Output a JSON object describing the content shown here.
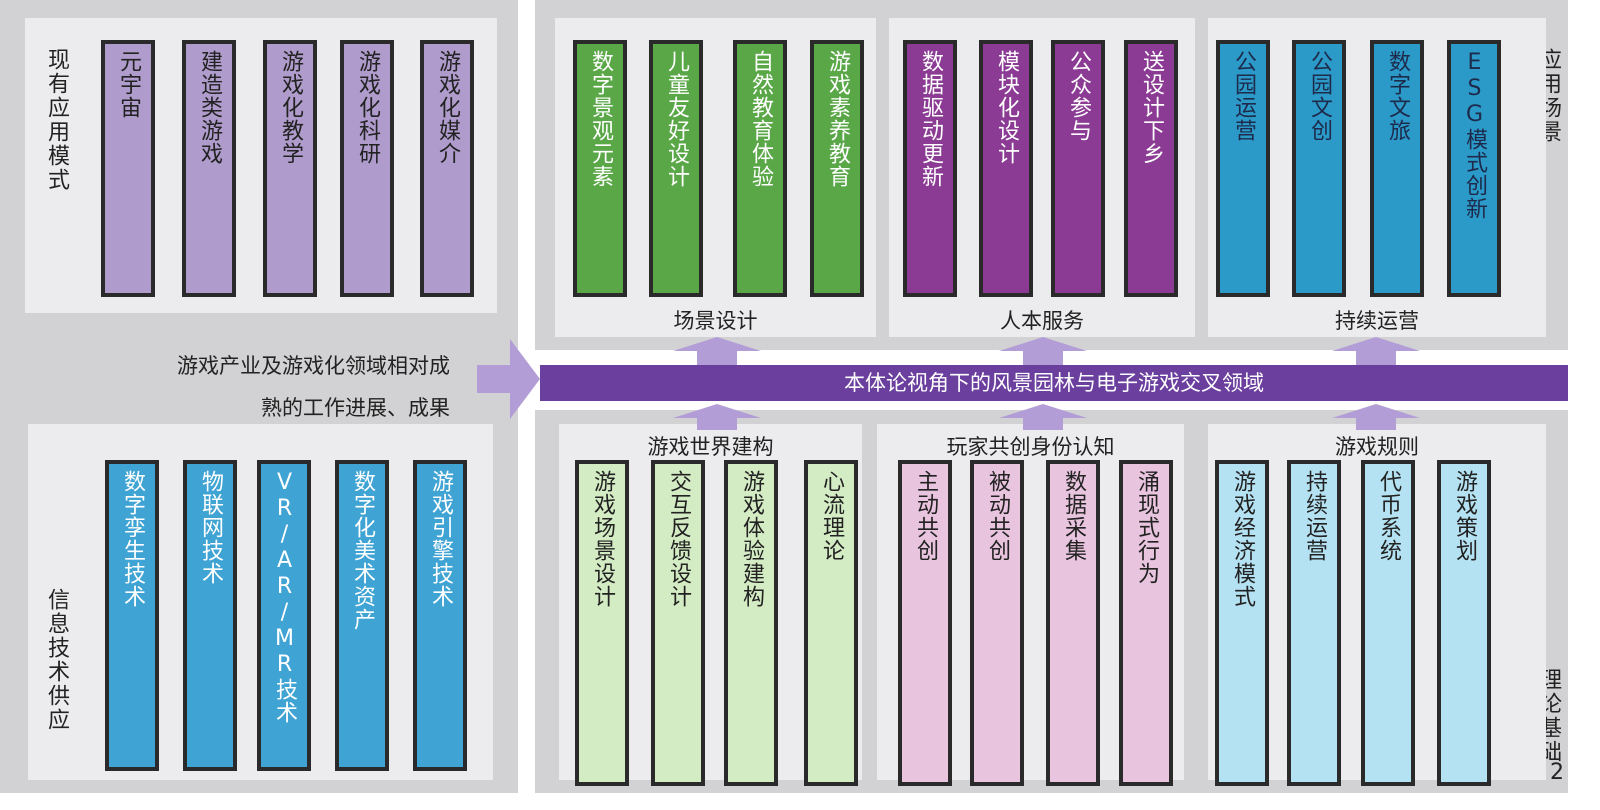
{
  "left_top": {
    "title": "现有应用模式",
    "items": [
      "元宇宙",
      "建造类游戏",
      "游戏化教学",
      "游戏化科研",
      "游戏化媒介"
    ]
  },
  "left_middle": {
    "line1": "游戏产业及游戏化领域相对成",
    "line2": "熟的工作进展、成果"
  },
  "left_bottom": {
    "title": "信息技术供应",
    "items": [
      "数字孪生技术",
      "物联网技术",
      "VR/AR/MR技术",
      "数字化美术资产",
      "游戏引擎技术"
    ]
  },
  "application": {
    "side_label": "应用场景",
    "groups": [
      {
        "label": "场景设计",
        "items": [
          "数字景观元素",
          "儿童友好设计",
          "自然教育体验",
          "游戏素养教育"
        ]
      },
      {
        "label": "人本服务",
        "items": [
          "数据驱动更新",
          "模块化设计",
          "公众参与",
          "送设计下乡"
        ]
      },
      {
        "label": "持续运营",
        "items": [
          "公园运营",
          "公园文创",
          "数字文旅",
          "ESG模式创新"
        ]
      }
    ]
  },
  "band": {
    "label": "本体论视角下的风景园林与电子游戏交叉领域"
  },
  "theory": {
    "side_label": "理论基础",
    "groups": [
      {
        "label": "游戏世界建构",
        "items": [
          "游戏场景设计",
          "交互反馈设计",
          "游戏体验建构",
          "心流理论"
        ]
      },
      {
        "label": "玩家共创身份认知",
        "items": [
          "主动共创",
          "被动共创",
          "数据采集",
          "涌现式行为"
        ]
      },
      {
        "label": "游戏规则",
        "items": [
          "游戏经济模式",
          "持续运营",
          "代币系统",
          "游戏策划"
        ]
      }
    ]
  },
  "page_number": "2",
  "colors": {
    "purple_band": "#6b3f9e",
    "arrow": "#b39dd6",
    "green": "#5aa748",
    "violet": "#8b3b94",
    "blue": "#2b9ac9",
    "lilac": "#b09ccc"
  }
}
